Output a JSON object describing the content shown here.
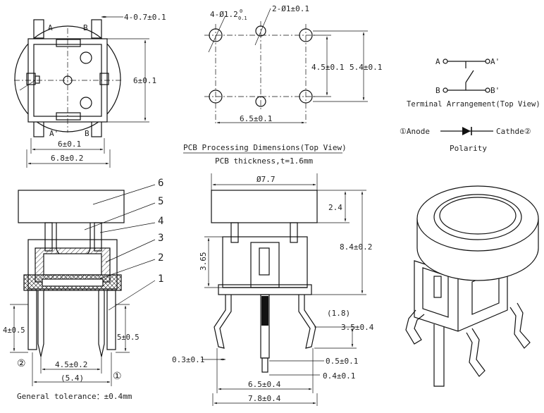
{
  "top_view": {
    "label_a": "A",
    "label_b": "B",
    "label_a_prime": "A'",
    "label_b_prime": "B'",
    "dim_pin_width": "4-0.7±0.1",
    "dim_body_height": "6±0.1",
    "dim_body_width": "6±0.1",
    "dim_overall_width": "6.8±0.2"
  },
  "pcb_view": {
    "dim_hole_small": "4-Ø1.2",
    "dim_hole_small_tol_upper": "0",
    "dim_hole_small_tol_lower": "0.1",
    "dim_hole_large": "2-Ø1±0.1",
    "dim_pitch_v": "4.5±0.1",
    "dim_outer_v": "5.4±0.1",
    "dim_pitch_h": "6.5±0.1",
    "caption": "PCB Processing Dimensions(Top View)",
    "thickness": "PCB thickness,t=1.6mm"
  },
  "terminal": {
    "a": "A",
    "a_prime": "A'",
    "b": "B",
    "b_prime": "B'",
    "caption": "Terminal Arrangement(Top View)"
  },
  "polarity": {
    "anode": "①Anode",
    "cathode": "Cathde②",
    "caption": "Polarity"
  },
  "section_view": {
    "callouts": [
      "6",
      "5",
      "4",
      "3",
      "2",
      "1"
    ],
    "dim_left_height": "4±0.5",
    "dim_right_height": "5±0.5",
    "dim_pitch": "4.5±0.2",
    "dim_outer": "(5.4)",
    "pin_1": "①",
    "pin_2": "②",
    "general_tolerance": "General tolerance：±0.4mm"
  },
  "side_view": {
    "dim_cap_dia": "Ø7.7",
    "dim_cap_height": "2.4",
    "dim_total_height": "8.4±0.2",
    "dim_body_height": "3.65",
    "dim_offset": "(1.8)",
    "dim_lead_height": "3.5±0.4",
    "dim_lead_thick": "0.3±0.1",
    "dim_lead_width": "0.5±0.1",
    "dim_lead_width2": "0.4±0.1",
    "dim_pitch": "6.5±0.4",
    "dim_overall": "7.8±0.4"
  }
}
